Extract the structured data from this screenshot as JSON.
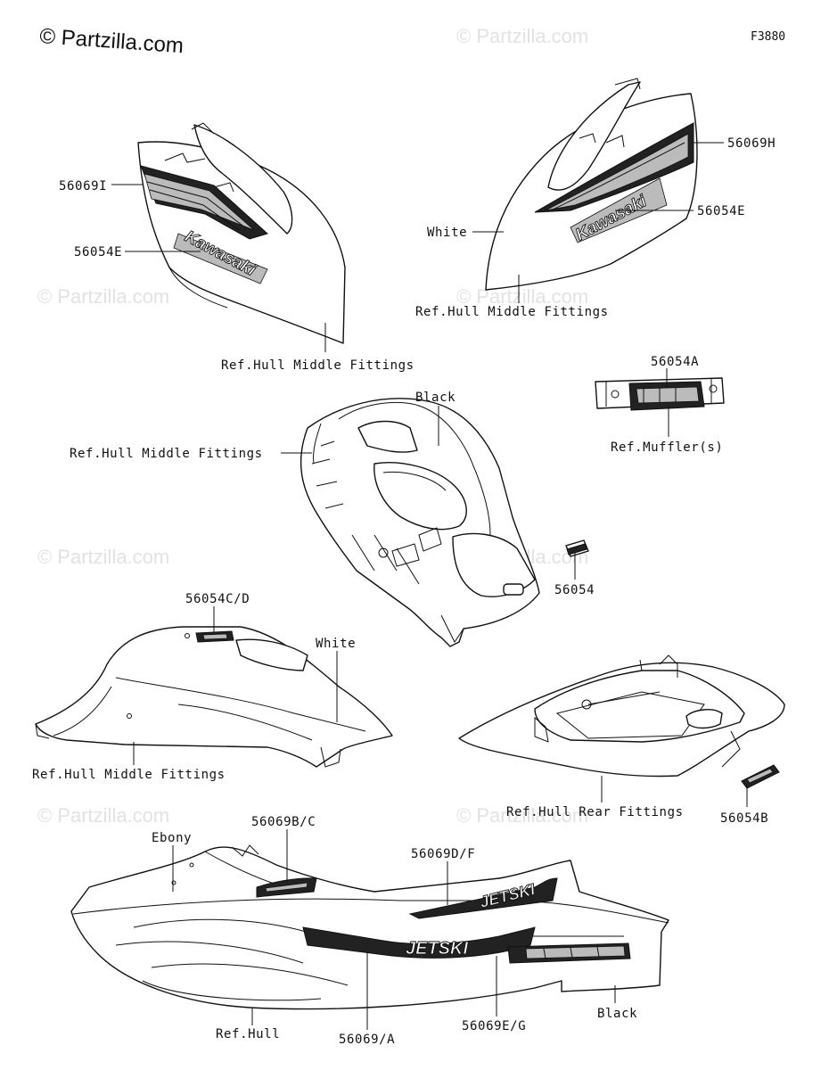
{
  "figure_code": "F3880",
  "watermark": {
    "main": "© Partzilla.com",
    "faint": "© Partzilla.com"
  },
  "logo_texts": {
    "kawasaki": "Kawasaki",
    "jetski": "JETSKI"
  },
  "labels": {
    "p56069I": "56069I",
    "p56054E_left": "56054E",
    "ref_hull_middle_1": "Ref.Hull Middle Fittings",
    "p56069H": "56069H",
    "p56054E_right": "56054E",
    "white_right": "White",
    "ref_hull_middle_2": "Ref.Hull Middle Fittings",
    "p56054A": "56054A",
    "ref_mufflers": "Ref.Muffler(s)",
    "black_center": "Black",
    "ref_hull_middle_3": "Ref.Hull Middle Fittings",
    "p56054": "56054",
    "p56054CD": "56054C/D",
    "white_deck": "White",
    "ref_hull_middle_4": "Ref.Hull Middle Fittings",
    "ref_hull_rear": "Ref.Hull Rear Fittings",
    "p56054B": "56054B",
    "p56069BC": "56069B/C",
    "ebony": "Ebony",
    "p56069DF": "56069D/F",
    "black_hull": "Black",
    "ref_hull": "Ref.Hull",
    "p56069A": "56069/A",
    "p56069EG": "56069E/G"
  }
}
